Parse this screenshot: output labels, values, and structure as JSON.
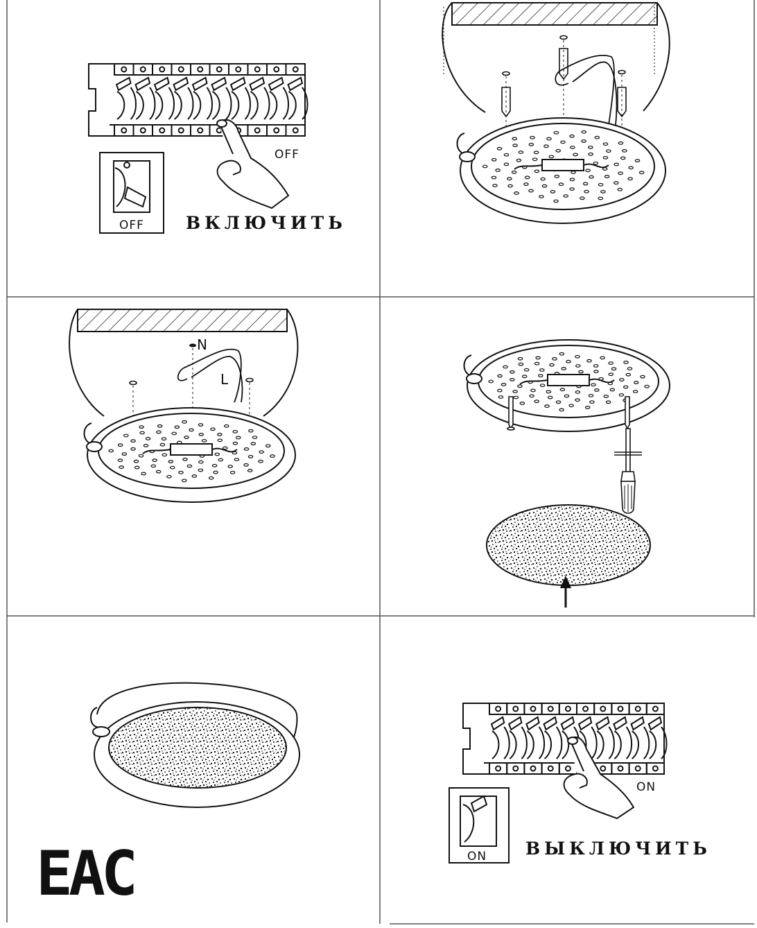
{
  "steps": [
    {
      "id": 1,
      "breaker_label": "OFF",
      "switch_label": "OFF",
      "instruction": "ВКЛЮЧИТЬ"
    },
    {
      "id": 2
    },
    {
      "id": 3,
      "wire_n": "N",
      "wire_l": "L"
    },
    {
      "id": 4
    },
    {
      "id": 5
    },
    {
      "id": 6,
      "breaker_label": "ON",
      "switch_label": "ON",
      "instruction": "ВЫКЛЮЧИТЬ"
    }
  ],
  "mark": {
    "text": "EAC"
  },
  "colors": {
    "ink": "#111111",
    "grid": "#555555",
    "paper": "#ffffff"
  },
  "icons": [
    "circuit-breaker-panel",
    "hand-icon",
    "light-switch-icon",
    "ceiling-hatch",
    "ceiling-lamp-base",
    "wall-plug-icon",
    "screw-icon",
    "screwdriver-icon",
    "lamp-diffuser",
    "arrow-up-icon"
  ]
}
